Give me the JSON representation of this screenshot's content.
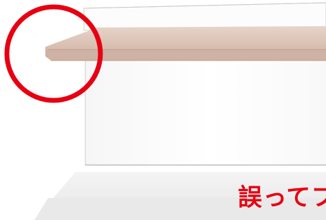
{
  "caption": {
    "text": "誤ってフ",
    "color": "#e60012"
  },
  "highlight": {
    "shape": "circle",
    "color": "#e60012"
  },
  "illustration": {
    "subject": "cabinet-with-overhanging-top-board",
    "top_board_color": "#d9c1b4",
    "cabinet_color": "#fbfbfb",
    "floor_color": "#eeeeee"
  }
}
